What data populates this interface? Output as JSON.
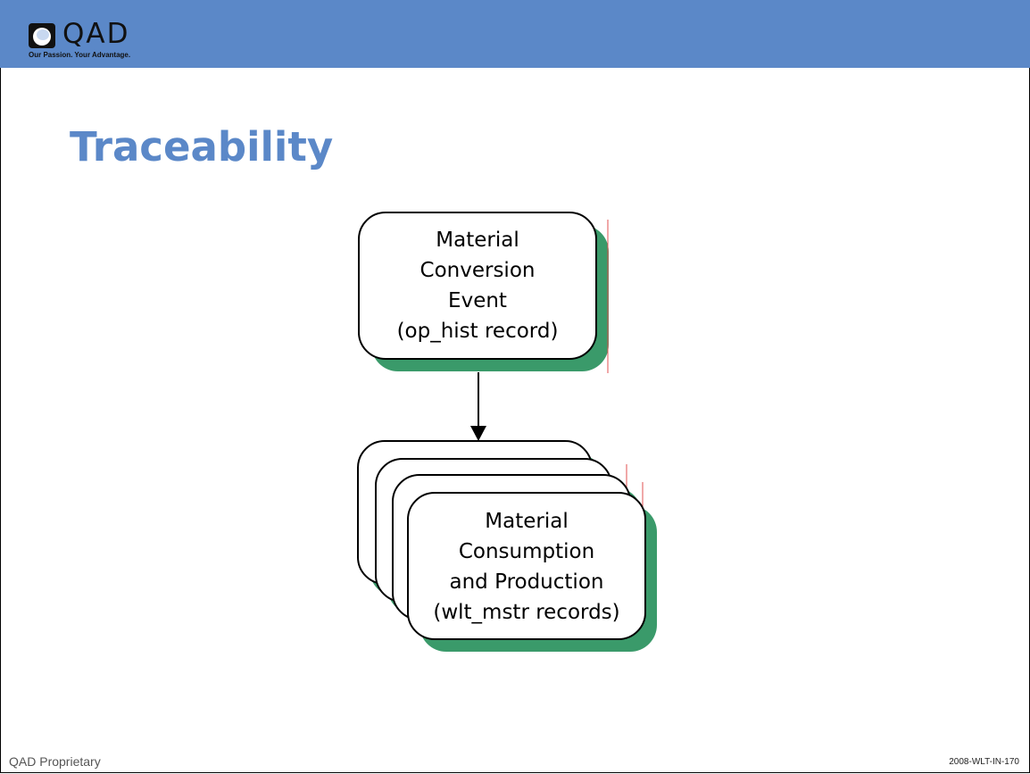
{
  "header": {
    "logo_text": "QAD",
    "tagline": "Our Passion. Your Advantage.",
    "bar_color": "#5b88c8"
  },
  "title": "Traceability",
  "diagram": {
    "top_box": {
      "lines": [
        "Material",
        "Conversion",
        "Event",
        "(op_hist record)"
      ]
    },
    "stack_box": {
      "lines": [
        "Material",
        "Consumption",
        "and Production",
        "(wlt_mstr records)"
      ]
    },
    "shadow_color": "#3a9a6a",
    "accent_line_color": "#e05050"
  },
  "footer": {
    "left": "QAD Proprietary",
    "right": "2008-WLT-IN-170"
  }
}
